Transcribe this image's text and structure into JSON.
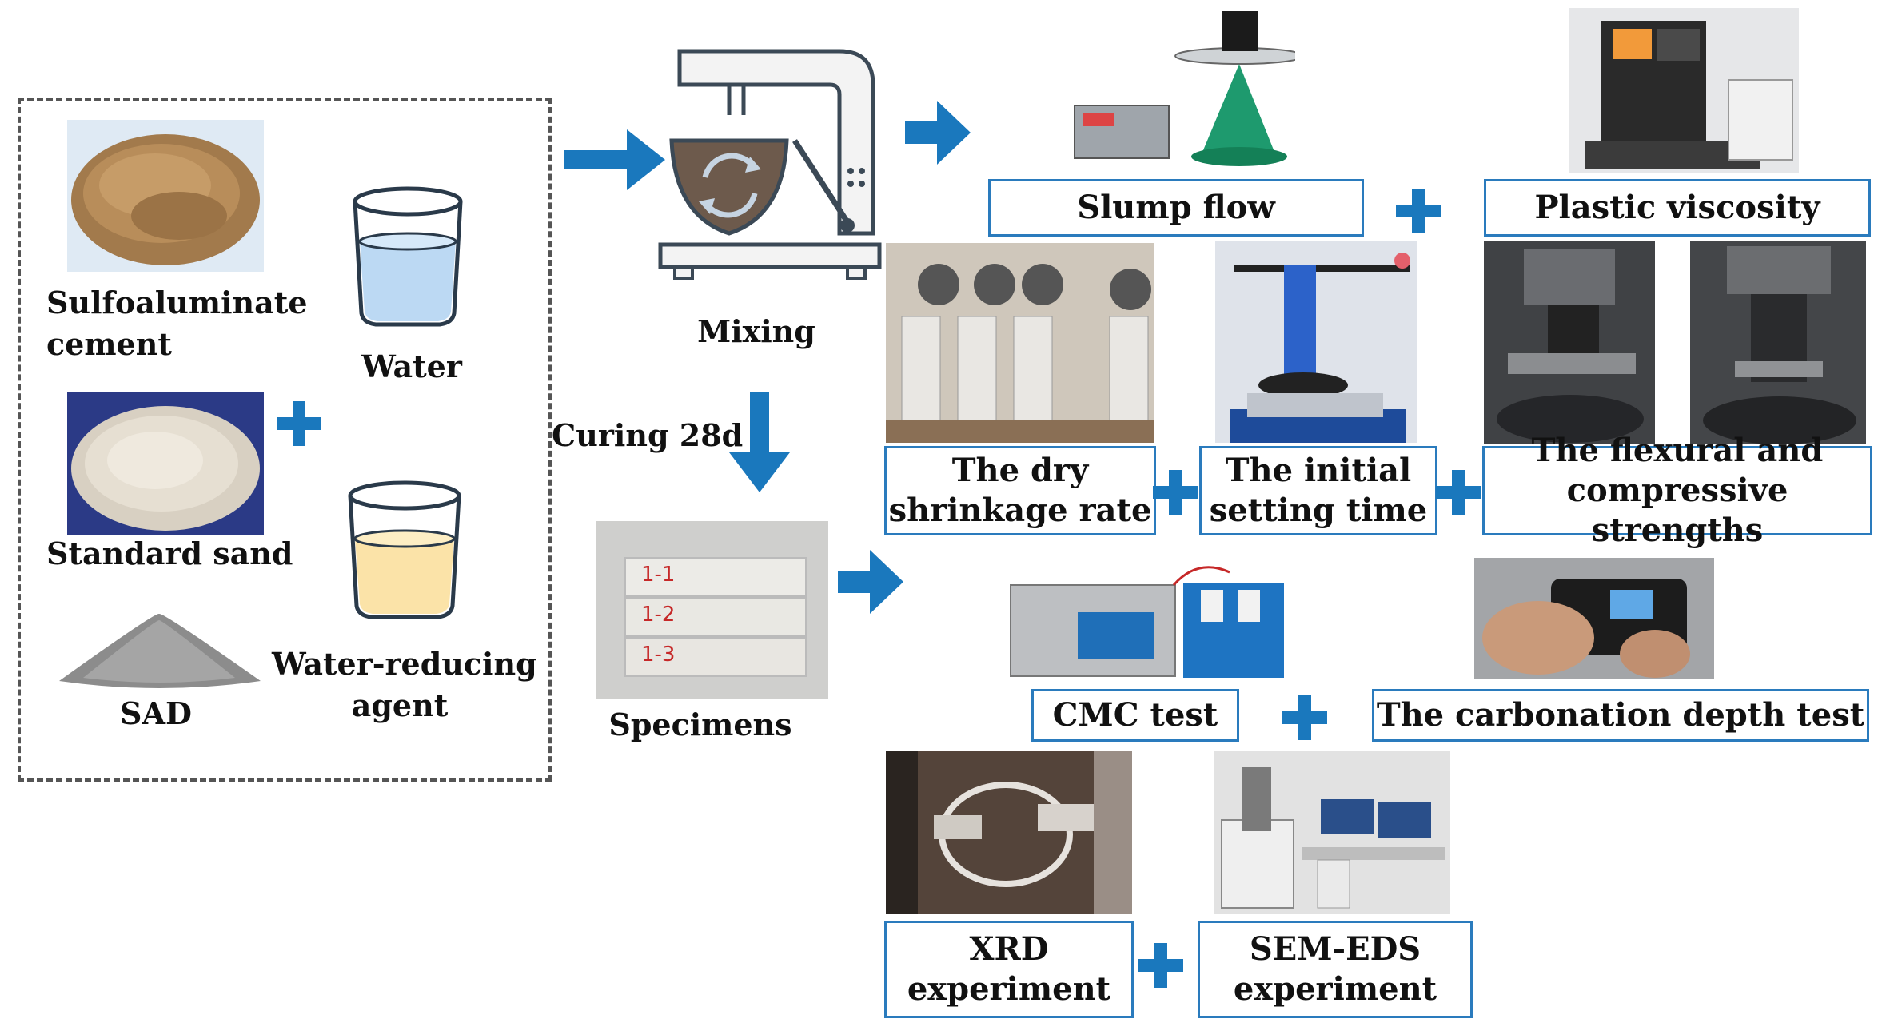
{
  "colors": {
    "accent": "#1a78bd",
    "box_border": "#2a7bbd",
    "dashed_border": "#555555"
  },
  "materials": {
    "cement": "Sulfoaluminate cement",
    "cement_line1": "Sulfoaluminate",
    "cement_line2": "cement",
    "water": "Water",
    "sand": "Standard sand",
    "sad": "SAD",
    "reducer_line1": "Water-reducing",
    "reducer_line2": "agent"
  },
  "process": {
    "mixing": "Mixing",
    "curing": "Curing 28d",
    "specimens": "Specimens",
    "specimen_labels": [
      "1-1",
      "1-2",
      "1-3"
    ]
  },
  "tests": {
    "slump_flow": "Slump flow",
    "plastic_viscosity": "Plastic viscosity",
    "dry_shrinkage_line1": "The dry",
    "dry_shrinkage_line2": "shrinkage rate",
    "setting_time_line1": "The initial",
    "setting_time_line2": "setting time",
    "strength_line1": "The flexural and",
    "strength_line2": "compressive strengths",
    "cmc": "CMC test",
    "carbonation": "The carbonation depth test",
    "xrd_line1": "XRD",
    "xrd_line2": "experiment",
    "sem_line1": "SEM-EDS",
    "sem_line2": "experiment"
  },
  "icons": [
    "cement-powder-icon",
    "water-beaker-icon",
    "sand-pile-icon",
    "sad-cone-icon",
    "reducer-beaker-icon",
    "mixer-icon",
    "arrow-icon",
    "plus-icon"
  ]
}
